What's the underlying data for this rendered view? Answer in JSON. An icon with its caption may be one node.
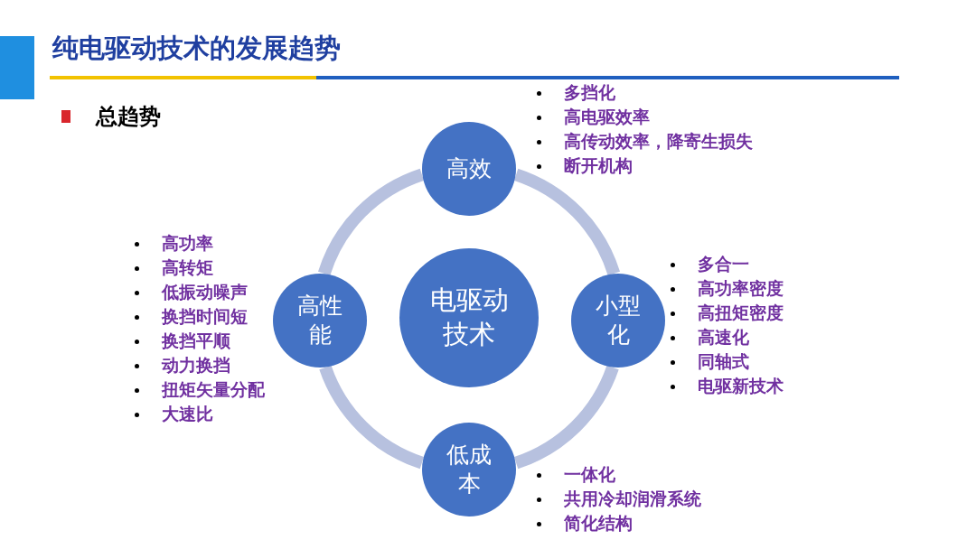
{
  "diagram": {
    "title": "纯电驱动技术的发展趋势",
    "nodes": [
      {
        "text": [
          "电驱动技术"
        ]
      },
      {
        "text": [
          "高效"
        ],
        "beside": [
          "多挡化",
          "高电驱效率",
          "高传动效率，降寄生损失",
          "断开机构"
        ]
      },
      {
        "text": [
          "小型化"
        ],
        "beside": [
          "多合一",
          "高功率密度",
          "高扭矩密度",
          "高速化",
          "同轴式",
          "电驱新技术"
        ]
      },
      {
        "text": [
          "低成本"
        ],
        "beside": [
          "一体化",
          "共用冷却润滑系统",
          "简化结构"
        ]
      },
      {
        "text": [
          "高性能"
        ],
        "beside": [
          "高功率",
          "高转矩",
          "低振动噪声",
          "换挡时间短",
          "换挡平顺",
          "动力换挡",
          "扭矩矢量分配",
          "大速比"
        ]
      }
    ],
    "edges": [
      {
        "from": 1,
        "to": 2,
        "arrow": "none"
      },
      {
        "from": 2,
        "to": 3,
        "arrow": "none"
      },
      {
        "from": 3,
        "to": 4,
        "arrow": "none"
      },
      {
        "from": 4,
        "to": 1,
        "arrow": "none"
      }
    ],
    "labels": [
      "总趋势"
    ]
  }
}
